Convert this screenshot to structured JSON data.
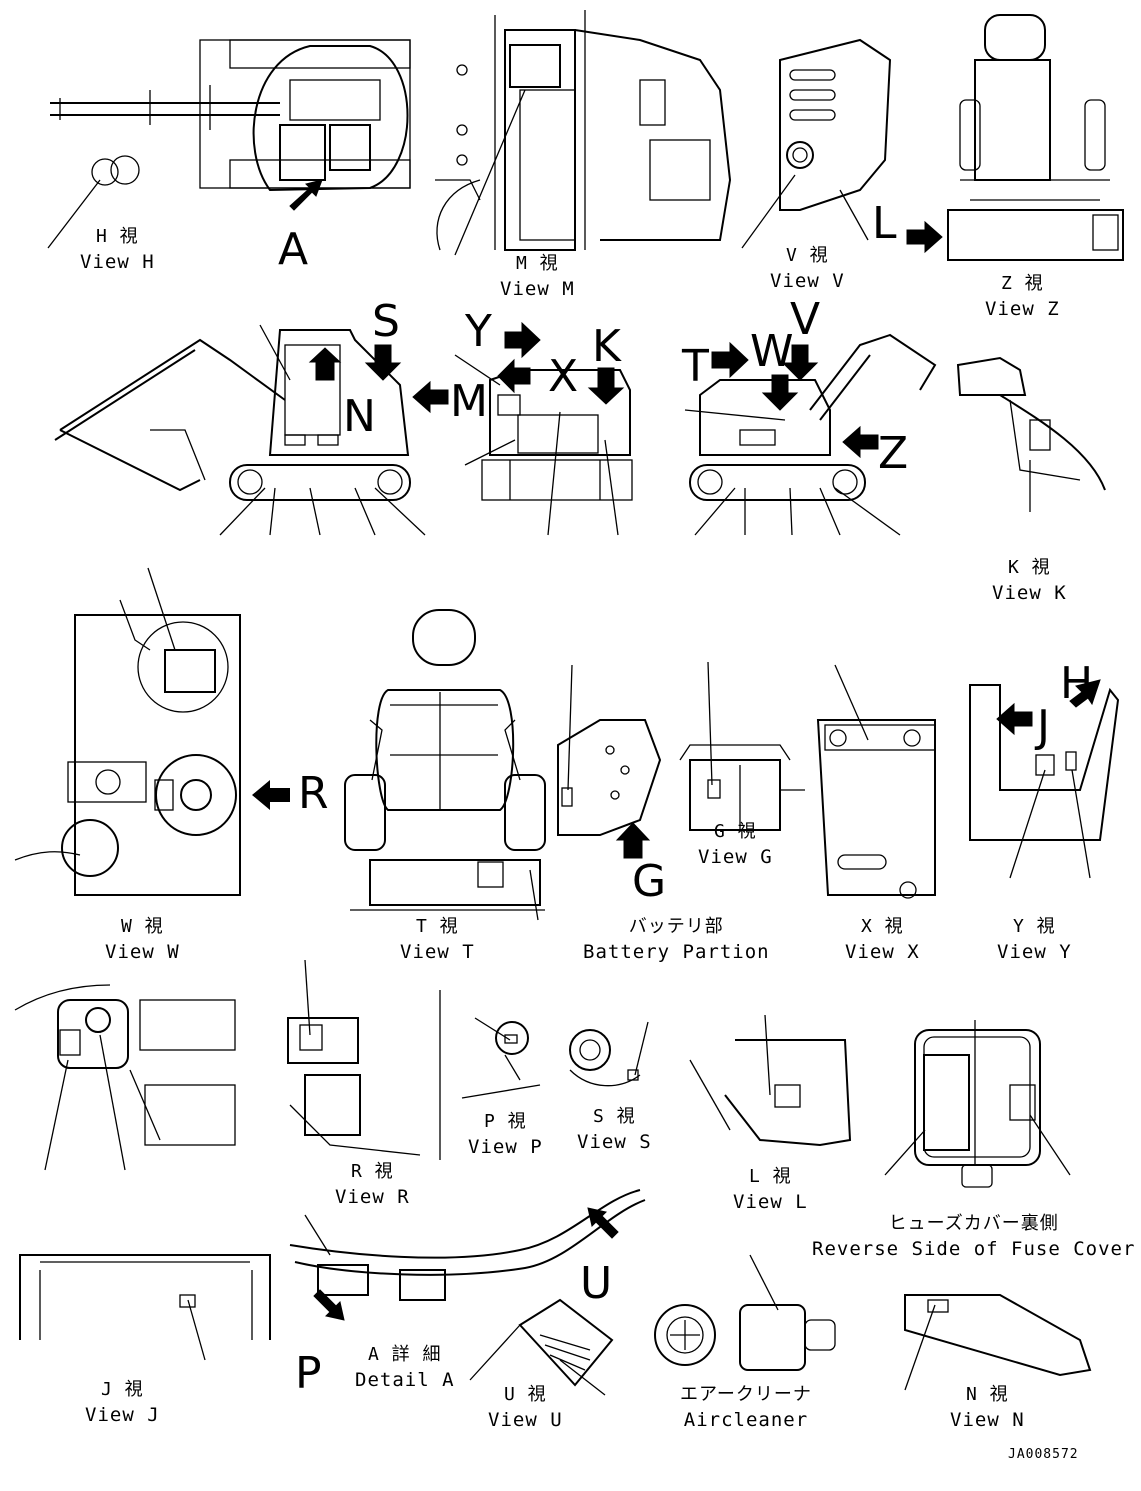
{
  "views": {
    "H": {
      "jp": "H 視",
      "en": "View H"
    },
    "M": {
      "jp": "M 視",
      "en": "View M"
    },
    "V": {
      "jp": "V 視",
      "en": "View V"
    },
    "Z": {
      "jp": "Z 視",
      "en": "View Z"
    },
    "K": {
      "jp": "K 視",
      "en": "View K"
    },
    "W": {
      "jp": "W 視",
      "en": "View W"
    },
    "T": {
      "jp": "T 視",
      "en": "View T"
    },
    "battery": {
      "jp": "バッテリ部",
      "en": "Battery Partion"
    },
    "G": {
      "jp": "G 視",
      "en": "View G"
    },
    "X": {
      "jp": "X 視",
      "en": "View X"
    },
    "Y": {
      "jp": "Y 視",
      "en": "View Y"
    },
    "R": {
      "jp": "R 視",
      "en": "View R"
    },
    "P": {
      "jp": "P 視",
      "en": "View P"
    },
    "S": {
      "jp": "S 視",
      "en": "View S"
    },
    "L": {
      "jp": "L 視",
      "en": "View L"
    },
    "fuse": {
      "jp": "ヒューズカバー裏側",
      "en": "Reverse Side of Fuse Cover"
    },
    "J": {
      "jp": "J 視",
      "en": "View J"
    },
    "detailA": {
      "jp": "A 詳 細",
      "en": "Detail A"
    },
    "U": {
      "jp": "U 視",
      "en": "View U"
    },
    "air": {
      "jp": "エアークリーナ",
      "en": "Aircleaner"
    },
    "N": {
      "jp": "N 視",
      "en": "View N"
    }
  },
  "letters": {
    "A": "A",
    "L": "L",
    "S": "S",
    "N": "N",
    "M": "M",
    "Y": "Y",
    "X": "X",
    "K": "K",
    "T": "T",
    "W": "W",
    "V": "V",
    "Z": "Z",
    "R": "R",
    "G": "G",
    "J": "J",
    "H": "H",
    "P": "P",
    "U": "U"
  },
  "doc_number": "JA008572"
}
